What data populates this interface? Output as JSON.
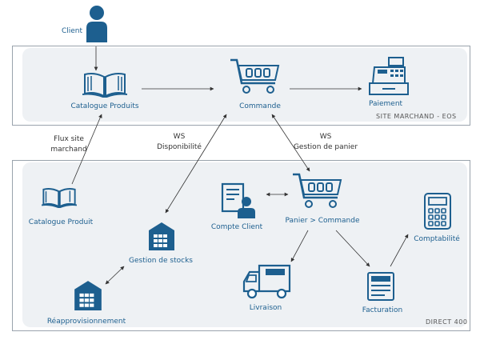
{
  "actor": {
    "label": "Client"
  },
  "site": {
    "title": "SITE MARCHAND - EOS",
    "catalogue": "Catalogue Produits",
    "commande": "Commande",
    "paiement": "Paiement"
  },
  "direct": {
    "title": "DIRECT 400",
    "catalogue": "Catalogue Produit",
    "gestion_stocks": "Gestion de stocks",
    "reappro": "Réapprovisionnement",
    "compte_client": "Compte Client",
    "panier": "Panier > Commande",
    "livraison": "Livraison",
    "facturation": "Facturation",
    "comptabilite": "Comptabilité"
  },
  "flows": {
    "flux_site": [
      "Flux site",
      "marchand"
    ],
    "ws_dispo": [
      "WS",
      "Disponibilité"
    ],
    "ws_panier": [
      "WS",
      "Gestion de panier"
    ]
  },
  "colors": {
    "accent": "#1d5f8f",
    "panel_bg": "#eef1f4"
  }
}
